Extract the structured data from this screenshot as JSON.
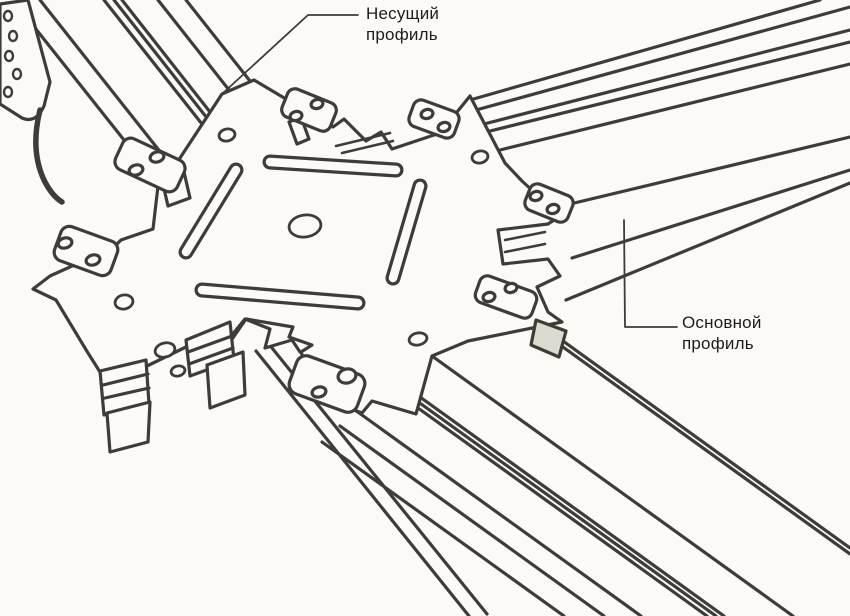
{
  "figure": {
    "type": "technical-line-illustration",
    "subject": "ceiling-grid cross connector plate over two crossing metal profiles",
    "background_color": "#fbfaf6",
    "line_color": "#3d3c38",
    "labels": {
      "carrier": {
        "line1": "Несущий",
        "line2": "профиль"
      },
      "main": {
        "line1": "Основной",
        "line2": "профиль"
      }
    }
  }
}
